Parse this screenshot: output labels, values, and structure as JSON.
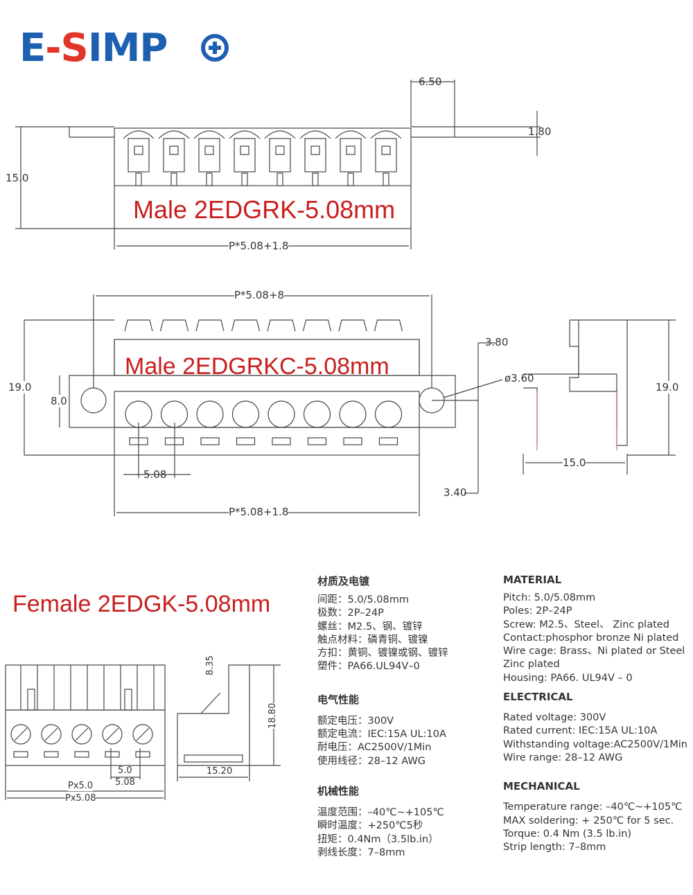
{
  "logo": {
    "e": "E",
    "dash": "-",
    "s": "S",
    "rest": "IMP",
    "icon": "plus-circle-icon"
  },
  "diagram1": {
    "label": "Male  2EDGRK-5.08mm",
    "dims": {
      "top_right": "6.50",
      "right": "1.80",
      "left": "15.0",
      "bottom": "P*5.08+1.8"
    }
  },
  "diagram2": {
    "label": "Male 2EDGRKC-5.08mm",
    "dims": {
      "top": "P*5.08+8",
      "left_outer": "19.0",
      "left_inner": "8.0",
      "right_a": "3.80",
      "hole": "ø3.60",
      "pitch": "5.08",
      "right_b": "3.40",
      "bottom": "P*5.08+1.8",
      "side_height": "19.0",
      "side_width": "15.0"
    }
  },
  "diagram3": {
    "label": "Female 2EDGK-5.08mm",
    "dims": {
      "pitch_a": "5.0",
      "pitch_b": "5.08",
      "total_a": "Px5.0",
      "total_b": "Px5.08",
      "side_top": "8.35",
      "side_height": "18.80",
      "side_width": "15.20"
    }
  },
  "spec_cn": {
    "material_head": "材质及电镀",
    "material": [
      "间距：5.0/5.08mm",
      "极数：2P–24P",
      "螺丝：M2.5、钢、镀锌",
      "触点材料：磷青铜、镀镍",
      "方扣：黄铜、镀镍或钢、镀锌",
      "塑件：PA66.UL94V–0"
    ],
    "electrical_head": "电气性能",
    "electrical": [
      "额定电压：300V",
      "额定电流：IEC:15A  UL:10A",
      "耐电压：AC2500V/1Min",
      "使用线径：28–12 AWG"
    ],
    "mechanical_head": "机械性能",
    "mechanical": [
      "温度范围：–40℃~+105℃",
      "瞬时温度：+250℃5秒",
      "扭矩：0.4Nm（3.5lb.in）",
      "剥线长度：7–8mm"
    ]
  },
  "spec_en": {
    "material_head": "MATERIAL",
    "material": [
      "Pitch: 5.0/5.08mm",
      "Poles:  2P–24P",
      "Screw: M2.5、Steel、 Zinc plated",
      "Contact:phosphor bronze Ni plated",
      "Wire cage: Brass、Ni plated or Steel",
      "                  Zinc plated",
      "Housing: PA66. UL94V – 0"
    ],
    "electrical_head": "ELECTRICAL",
    "electrical": [
      "Rated voltage: 300V",
      "Rated current: IEC:15A  UL:10A",
      "Withstanding voltage:AC2500V/1Min",
      "Wire range: 28–12 AWG"
    ],
    "mechanical_head": "MECHANICAL",
    "mechanical": [
      "Temperature range: –40℃~+105℃",
      "MAX soldering: + 250℃ for 5 sec.",
      "Torque: 0.4 Nm (3.5 lb.in)",
      "Strip length: 7–8mm"
    ]
  }
}
